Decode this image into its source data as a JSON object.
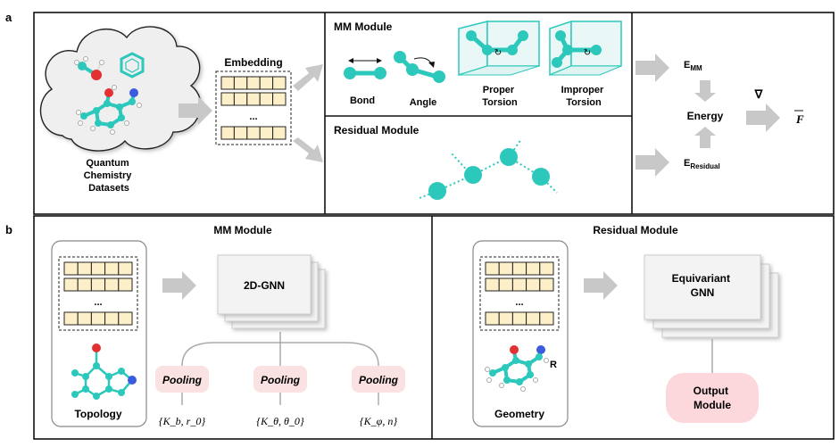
{
  "panel_a": {
    "letter": "a",
    "dataset_label": [
      "Quantum",
      "Chemistry",
      "Datasets"
    ],
    "embedding_title": "Embedding",
    "ellipsis": "...",
    "mm_module_title": "MM Module",
    "mm_terms": {
      "bond": "Bond",
      "angle": "Angle",
      "proper": [
        "Proper",
        "Torsion"
      ],
      "improper": [
        "Improper",
        "Torsion"
      ]
    },
    "residual_module_title": "Residual Module",
    "energy": {
      "e": "E",
      "mm_sub": "MM",
      "residual_sub": "Residual",
      "energy_label": "Energy",
      "nabla": "∇",
      "force": "F"
    }
  },
  "panel_b": {
    "letter": "b",
    "mm_module_title": "MM Module",
    "residual_module_title": "Residual Module",
    "ellipsis": "...",
    "topology_label": "Topology",
    "gnn_2d": "2D-GNN",
    "pooling_label": "Pooling",
    "param_sets": [
      "{K_b, r_0}",
      "{K_θ, θ_0}",
      "{K_φ, n}"
    ],
    "geometry_label": "Geometry",
    "r_label": "R",
    "equivariant_gnn": [
      "Equivariant",
      "GNN"
    ],
    "output_module": [
      "Output",
      "Module"
    ]
  },
  "colors": {
    "teal": "#2cc8bc",
    "oxygen": "#e33030",
    "nitrogen": "#3a5be0",
    "arrow_gray": "#c8c8c8",
    "embedding_cell": "#fdf0c8",
    "pooling_pink": "#fbe2e2",
    "output_pink": "#fcd8dc"
  }
}
